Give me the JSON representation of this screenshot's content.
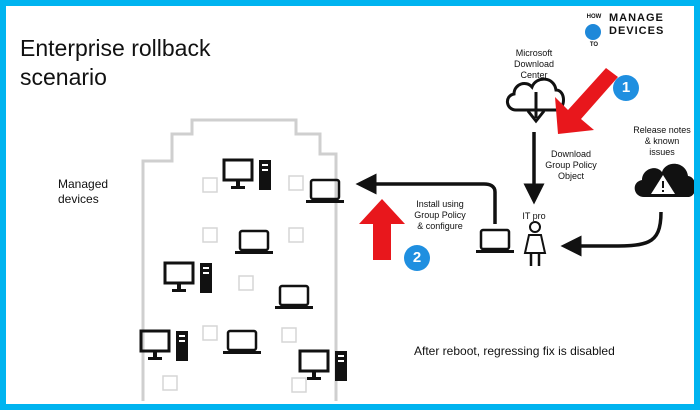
{
  "title": {
    "line1": "Enterprise rollback",
    "line2": "scenario"
  },
  "labels": {
    "managed_line1": "Managed",
    "managed_line2": "devices",
    "microsoft_line1": "Microsoft",
    "microsoft_line2": "Download",
    "microsoft_line3": "Center",
    "download_line1": "Download",
    "download_line2": "Group Policy",
    "download_line3": "Object",
    "install_line1": "Install using",
    "install_line2": "Group Policy",
    "install_line3": "& configure",
    "release_line1": "Release notes",
    "release_line2": "& known",
    "release_line3": "issues",
    "it_pro": "IT pro",
    "footer": "After reboot, regressing fix is disabled"
  },
  "badges": {
    "first": "1",
    "second": "2"
  },
  "logo": {
    "how": "HOW",
    "to": "TO",
    "manage": "MANAGE",
    "devices": "DEVICES"
  },
  "colors": {
    "border": "#00b4f0",
    "badge": "#1f8fe0",
    "callout_arrow": "#e8171c",
    "building": "#cfcfcf",
    "ink": "#111111"
  }
}
